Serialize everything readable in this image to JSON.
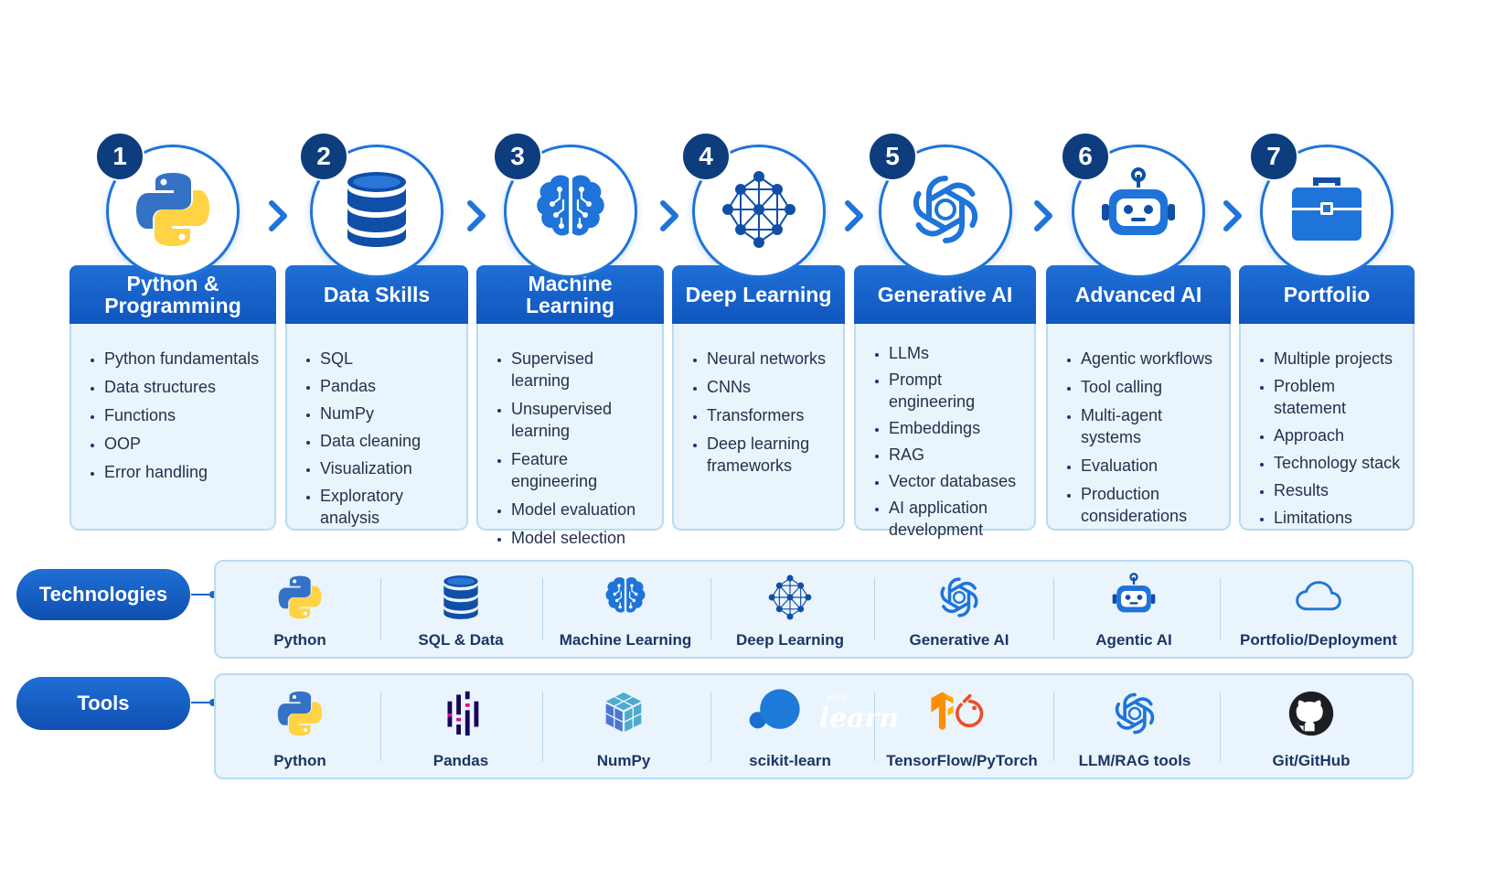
{
  "steps": [
    {
      "number": "1",
      "title": "Python & Programming",
      "icon": "python-icon",
      "items": [
        "Python fundamentals",
        "Data structures",
        "Functions",
        "OOP",
        "Error handling"
      ]
    },
    {
      "number": "2",
      "title": "Data Skills",
      "icon": "database-icon",
      "items": [
        "SQL",
        "Pandas",
        "NumPy",
        "Data cleaning",
        "Visualization",
        "Exploratory analysis"
      ]
    },
    {
      "number": "3",
      "title": "Machine Learning",
      "icon": "brain-icon",
      "items": [
        "Supervised learning",
        "Unsupervised learning",
        "Feature engineering",
        "Model evaluation",
        "Model selection"
      ]
    },
    {
      "number": "4",
      "title": "Deep Learning",
      "icon": "neural-network-icon",
      "items": [
        "Neural networks",
        "CNNs",
        "Transformers",
        "Deep learning frameworks"
      ]
    },
    {
      "number": "5",
      "title": "Generative AI",
      "icon": "openai-icon",
      "items": [
        "LLMs",
        "Prompt engineering",
        "Embeddings",
        "RAG",
        "Vector databases",
        "AI application development"
      ]
    },
    {
      "number": "6",
      "title": "Advanced AI",
      "icon": "robot-icon",
      "items": [
        "Agentic workflows",
        "Tool calling",
        "Multi-agent systems",
        "Evaluation",
        "Production considerations"
      ]
    },
    {
      "number": "7",
      "title": "Portfolio",
      "icon": "briefcase-icon",
      "items": [
        "Multiple projects",
        "Problem statement",
        "Approach",
        "Technology stack",
        "Results",
        "Limitations"
      ]
    }
  ],
  "technologies": {
    "label": "Technologies",
    "items": [
      {
        "label": "Python",
        "icon": "python-icon"
      },
      {
        "label": "SQL & Data",
        "icon": "database-icon"
      },
      {
        "label": "Machine Learning",
        "icon": "brain-icon"
      },
      {
        "label": "Deep Learning",
        "icon": "neural-network-icon"
      },
      {
        "label": "Generative AI",
        "icon": "openai-icon"
      },
      {
        "label": "Agentic AI",
        "icon": "robot-icon"
      },
      {
        "label": "Portfolio/Deployment",
        "icon": "cloud-icon"
      }
    ]
  },
  "tools": {
    "label": "Tools",
    "items": [
      {
        "label": "Python",
        "icon": "python-icon"
      },
      {
        "label": "Pandas",
        "icon": "pandas-icon"
      },
      {
        "label": "NumPy",
        "icon": "numpy-icon"
      },
      {
        "label": "scikit-learn",
        "icon": "scikit-learn-icon",
        "logo_text": "learn",
        "logo_small": "scikit"
      },
      {
        "label": "TensorFlow/PyTorch",
        "icon": "tensorflow-pytorch-icon"
      },
      {
        "label": "LLM/RAG tools",
        "icon": "openai-icon"
      },
      {
        "label": "Git/GitHub",
        "icon": "github-icon"
      }
    ]
  },
  "colors": {
    "primary": "#1e74d8",
    "header": "#0f56be",
    "badge": "#0e3d7e",
    "card_bg": "#eaf4fc",
    "card_border": "#b8dcf3",
    "python_blue": "#3572c6",
    "python_yellow": "#ffd343",
    "tensorflow_orange": "#ff8f00",
    "pytorch_red": "#ee4c2c"
  }
}
